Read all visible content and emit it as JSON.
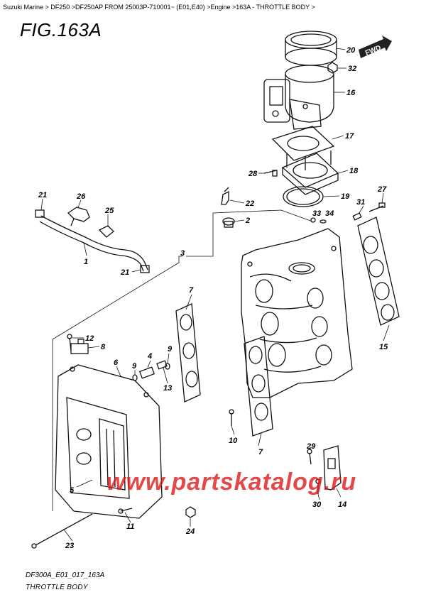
{
  "breadcrumb": "Suzuki Marine > DF250 >DF250AP FROM 25003P-710001~ (E01,E40) >Engine >163A - THROTTLE BODY >",
  "figure_title": "FIG.163A",
  "direction_tag": "FWD",
  "watermark": "www.partskatalog.ru",
  "footer": {
    "code": "DF300A_E01_017_163A",
    "name": "THROTTLE BODY"
  },
  "callouts": [
    {
      "id": "c20",
      "text": "20"
    },
    {
      "id": "c32",
      "text": "32"
    },
    {
      "id": "c16",
      "text": "16"
    },
    {
      "id": "c17",
      "text": "17"
    },
    {
      "id": "c28",
      "text": "28"
    },
    {
      "id": "c18",
      "text": "18"
    },
    {
      "id": "c19",
      "text": "19"
    },
    {
      "id": "c21a",
      "text": "21"
    },
    {
      "id": "c26",
      "text": "26"
    },
    {
      "id": "c25",
      "text": "25"
    },
    {
      "id": "c22",
      "text": "22"
    },
    {
      "id": "c33",
      "text": "33"
    },
    {
      "id": "c34",
      "text": "34"
    },
    {
      "id": "c31",
      "text": "31"
    },
    {
      "id": "c27",
      "text": "27"
    },
    {
      "id": "c2",
      "text": "2"
    },
    {
      "id": "c1",
      "text": "1"
    },
    {
      "id": "c3",
      "text": "3"
    },
    {
      "id": "c21b",
      "text": "21"
    },
    {
      "id": "c7a",
      "text": "7"
    },
    {
      "id": "c15",
      "text": "15"
    },
    {
      "id": "c12",
      "text": "12"
    },
    {
      "id": "c8",
      "text": "8"
    },
    {
      "id": "c6",
      "text": "6"
    },
    {
      "id": "c4",
      "text": "4"
    },
    {
      "id": "c9a",
      "text": "9"
    },
    {
      "id": "c9b",
      "text": "9"
    },
    {
      "id": "c13",
      "text": "13"
    },
    {
      "id": "c10",
      "text": "10"
    },
    {
      "id": "c7b",
      "text": "7"
    },
    {
      "id": "c29",
      "text": "29"
    },
    {
      "id": "c5",
      "text": "5"
    },
    {
      "id": "c30",
      "text": "30"
    },
    {
      "id": "c14",
      "text": "14"
    },
    {
      "id": "c11",
      "text": "11"
    },
    {
      "id": "c24",
      "text": "24"
    },
    {
      "id": "c23",
      "text": "23"
    }
  ]
}
